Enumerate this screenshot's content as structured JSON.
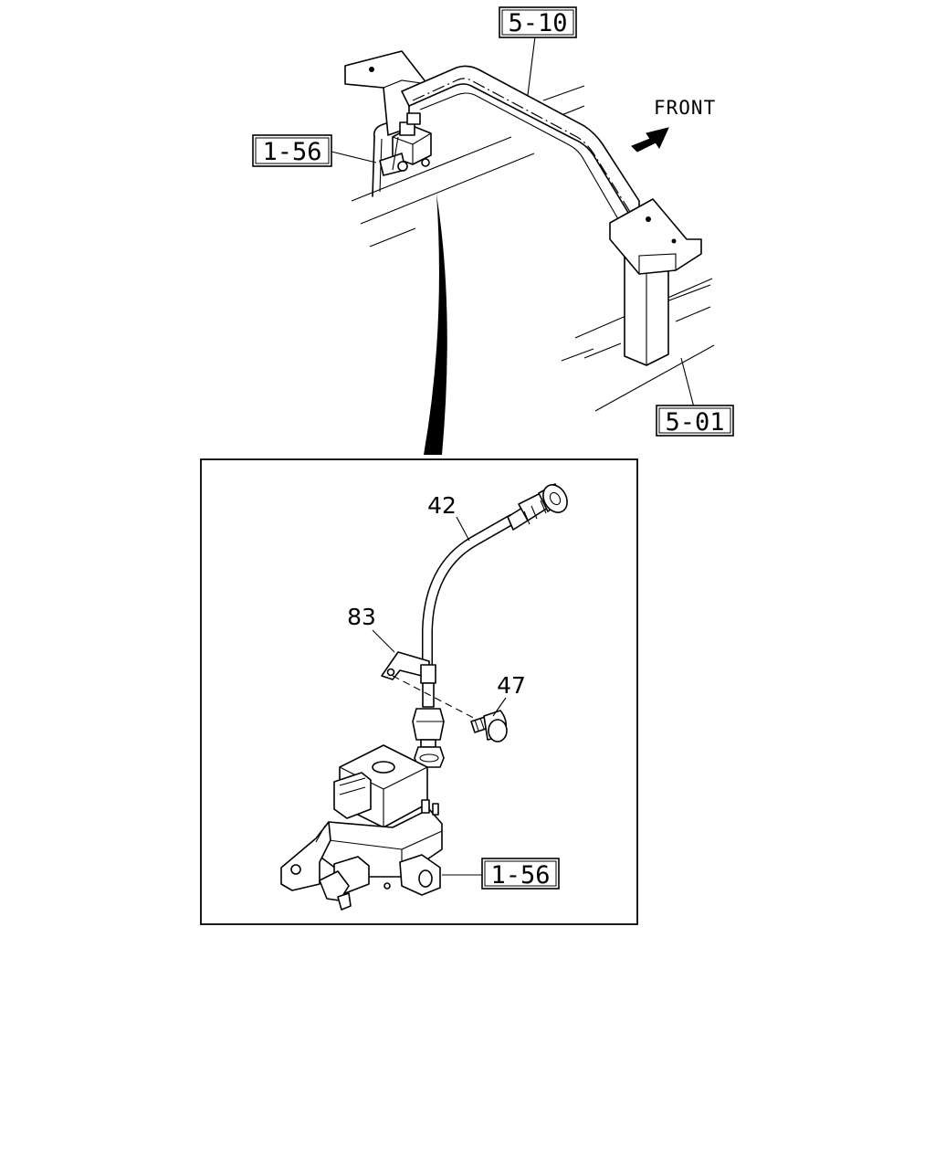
{
  "references": {
    "frame_top": "5-10",
    "bracket_top": "1-56",
    "crossmember": "5-01",
    "valve_detail": "1-56"
  },
  "direction": {
    "label": "FRONT",
    "icon": "arrow-icon"
  },
  "parts": {
    "hose": "42",
    "clip": "83",
    "bolt": "47"
  }
}
